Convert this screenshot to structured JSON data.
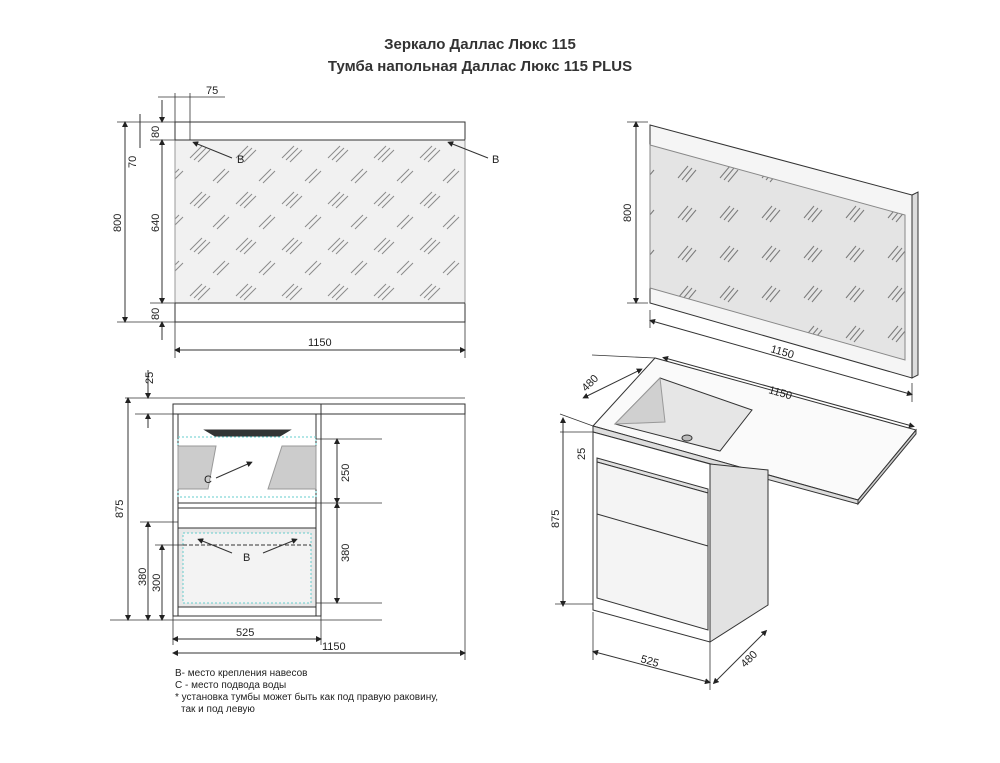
{
  "title_line1": "Зеркало Даллас Люкс 115",
  "title_line2": "Тумба напольная Даллас Люкс 115 PLUS",
  "mirror": {
    "dims": {
      "top_offset": "75",
      "top_frame": "80",
      "hole_offset": "70",
      "height": "800",
      "glass": "640",
      "bottom_frame": "80",
      "width": "1150"
    },
    "marker": "В"
  },
  "mirror_3d": {
    "height": "800",
    "width": "1150"
  },
  "cabinet": {
    "dims": {
      "top": "25",
      "height": "875",
      "drawer1": "250",
      "drawer2": "380",
      "left_380": "380",
      "left_300": "300",
      "depth": "525",
      "width": "1150"
    },
    "markers": {
      "water": "С",
      "hang": "В"
    }
  },
  "cabinet_3d": {
    "depth_top": "480",
    "width": "1150",
    "top": "25",
    "height": "875",
    "depth_bottom": "525",
    "side": "480"
  },
  "notes": [
    "В- место крепления навесов",
    "С - место подвода воды",
    "* установка тумбы может быть как под правую раковину,",
    "  так и под левую"
  ]
}
